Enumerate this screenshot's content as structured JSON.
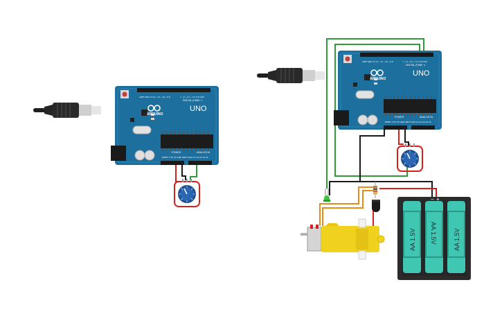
{
  "boards": [
    {
      "id": "left",
      "brand": "ARDUINO",
      "model": "UNO",
      "header_digital": "DIGITAL (PWM ~)",
      "header_power": "POWER",
      "header_analog": "ANALOG IN"
    },
    {
      "id": "right",
      "brand": "ARDUINO",
      "model": "UNO",
      "header_digital": "DIGITAL (PWM ~)",
      "header_power": "POWER",
      "header_analog": "ANALOG IN"
    }
  ],
  "battery": {
    "cells": [
      "AA 1.5V",
      "AA 1.5V",
      "AA 1.5V"
    ],
    "minus_label": "−",
    "plus_label": "+"
  },
  "colors": {
    "board": "#1d6f9e",
    "board_dark": "#155a82",
    "usb_cable": "#2a2a2a",
    "wire_red": "#d62020",
    "wire_black": "#1a1a1a",
    "wire_green": "#2e9a3a",
    "wire_orange": "#e88a1a",
    "motor_yellow": "#f0d21e",
    "battery_teal": "#3fc7b3",
    "battery_case": "#2b2b2b",
    "pot_blue": "#1d4e8f",
    "led_green": "#3cc43c"
  }
}
